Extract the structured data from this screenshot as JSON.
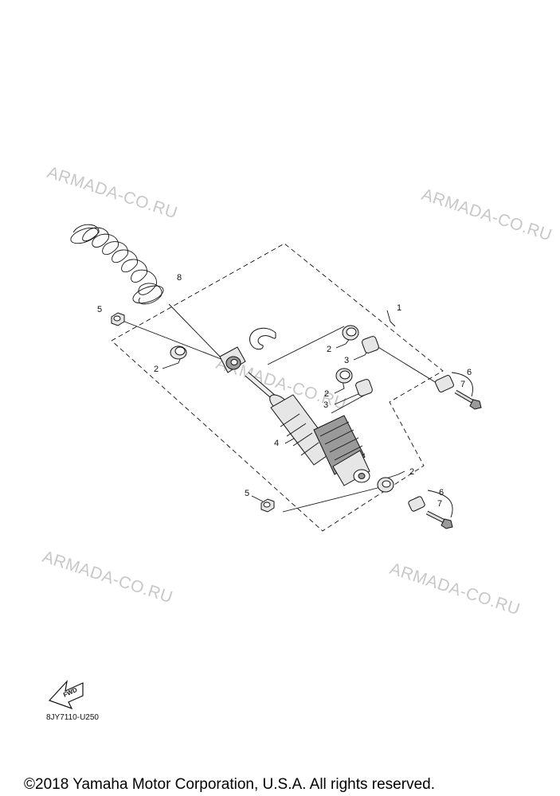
{
  "watermarks": [
    "ARMADA-CO.RU",
    "ARMADA-CO.RU",
    "ARMADA-CO.RU",
    "ARMADA-CO.RU",
    "ARMADA-CO.RU"
  ],
  "callouts": [
    "1",
    "2",
    "2",
    "2",
    "2",
    "3",
    "3",
    "4",
    "5",
    "5",
    "6",
    "6",
    "7",
    "7",
    "8"
  ],
  "fwd_label": "FWD",
  "diagram_code": "8JY7110-U250",
  "copyright": "©2018 Yamaha Motor Corporation, U.S.A. All rights reserved."
}
